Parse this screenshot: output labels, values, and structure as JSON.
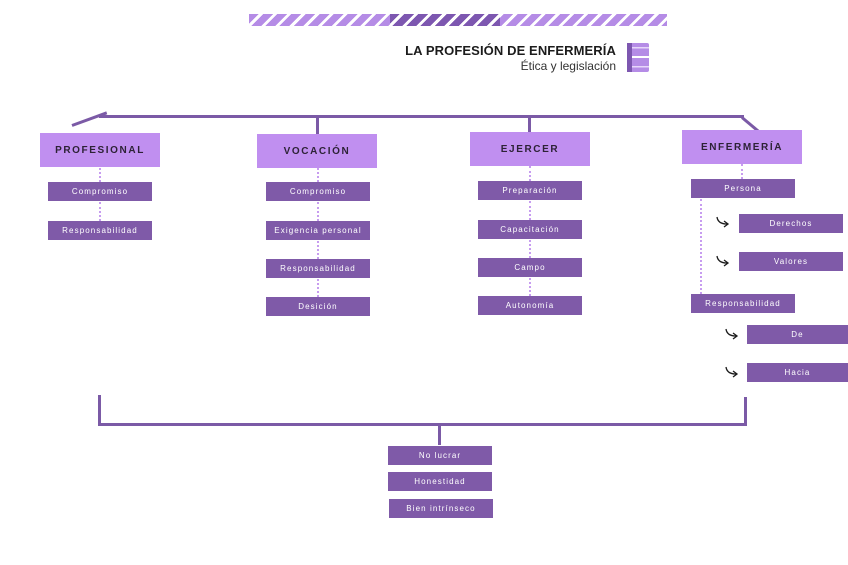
{
  "header": {
    "title": "LA PROFESIÓN DE ENFERMERÍA",
    "subtitle": "Ética y legislación",
    "icon": "book-icon"
  },
  "colors": {
    "heading_box": "#c08ff0",
    "item_box": "#7f5aa8",
    "connector": "#7b5aa6",
    "dots": "#c79cf0"
  },
  "branches": [
    {
      "label": "PROFESIONAL",
      "items": [
        "Compromiso",
        "Responsabilidad"
      ]
    },
    {
      "label": "VOCACIÓN",
      "items": [
        "Compromiso",
        "Exigencia personal",
        "Responsabilidad",
        "Desición"
      ]
    },
    {
      "label": "EJERCER",
      "items": [
        "Preparación",
        "Capacitación",
        "Campo",
        "Autonomía"
      ]
    },
    {
      "label": "ENFERMERÍA",
      "items": [
        {
          "label": "Persona",
          "children": [
            "Derechos",
            "Valores"
          ]
        },
        {
          "label": "Responsabilidad",
          "children": [
            "De",
            "Hacia"
          ]
        }
      ]
    }
  ],
  "summary": [
    "No lucrar",
    "Honestidad",
    "Bien intrínseco"
  ]
}
